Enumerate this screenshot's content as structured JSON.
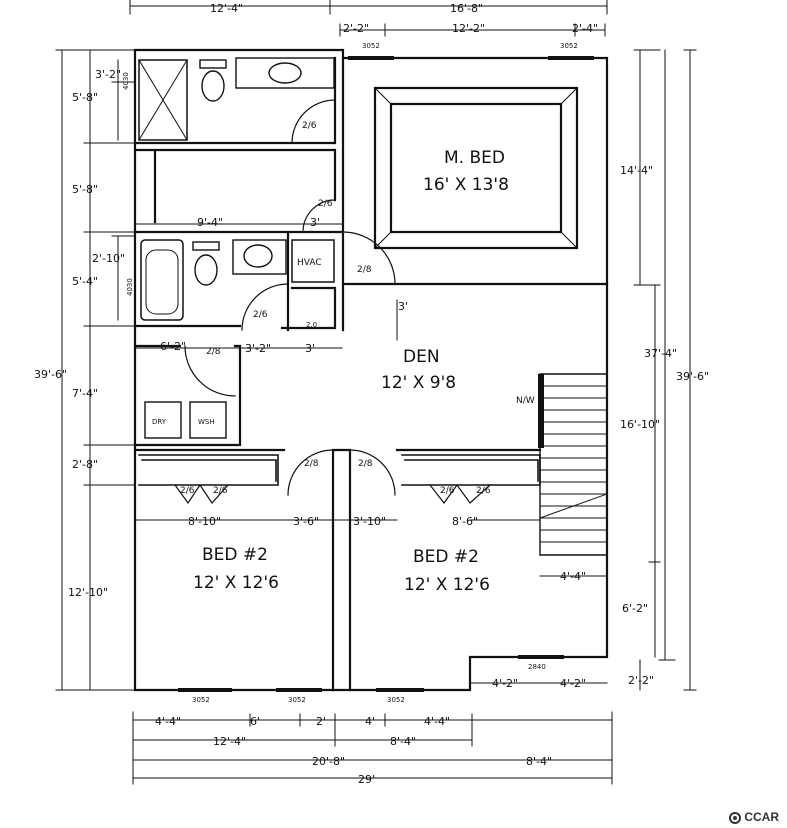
{
  "rooms": {
    "master_bed_name": "M. BED",
    "master_bed_size": "16' X 13'8",
    "den_name": "DEN",
    "den_size": "12' X 9'8",
    "bed2_left_name": "BED #2",
    "bed2_left_size": "12' X 12'6",
    "bed2_right_name": "BED #2",
    "bed2_right_size": "12' X 12'6",
    "hvac": "HVAC",
    "dryer": "DRY",
    "washer": "WSH",
    "stair_note": "N/W",
    "tub_code_top": "4030",
    "tub_code_bottom": "4030",
    "closet_code": "2.0"
  },
  "doors": {
    "master_bath": "2/6",
    "hall_closet": "2/6",
    "master_bed": "2/8",
    "bath2": "2/6",
    "laundry": "2/8",
    "bed2_left": "2/8",
    "bed2_right": "2/8",
    "closet_left_a": "2/6",
    "closet_left_b": "2/6",
    "closet_right_a": "2/6",
    "closet_right_b": "2/6"
  },
  "windows": {
    "top_left": "3052",
    "top_right": "3052",
    "bottom_1": "3052",
    "bottom_2": "3052",
    "bottom_3": "3052",
    "bottom_right": "2840"
  },
  "dims_top": {
    "left": "12'-4\"",
    "right": "16'-8\"",
    "sub_a": "2'-2\"",
    "sub_b": "12'-2\"",
    "sub_c": "2'-4\""
  },
  "dims_left": {
    "d1": "3'-2\"",
    "d2": "5'-8\"",
    "d3": "5'-8\"",
    "d4": "2'-10\"",
    "d5": "5'-4\"",
    "d6": "7'-4\"",
    "d7": "2'-8\"",
    "d8": "12'-10\"",
    "total": "39'-6\""
  },
  "dims_right": {
    "d1": "14'-4\"",
    "d2": "16'-10\"",
    "d3": "6'-2\"",
    "d4": "2'-2\"",
    "d5": "37'-4\"",
    "total": "39'-6\""
  },
  "dims_interior": {
    "bath2_width": "9'-4\"",
    "bath2_closet": "3'",
    "hall_3": "3'",
    "hall_a": "6'-2\"",
    "hall_b": "3'-2\"",
    "hall_c": "3'",
    "bed_l_a": "8'-10\"",
    "bed_l_b": "3'-6\"",
    "bed_r_a": "3'-10\"",
    "bed_r_b": "8'-6\"",
    "stair_w": "4'-4\"",
    "bump_a": "4'-2\"",
    "bump_b": "4'-2\""
  },
  "dims_bottom": {
    "r1_a": "4'-4\"",
    "r1_b": "6'",
    "r1_c": "2'",
    "r1_d": "4'",
    "r1_e": "4'-4\"",
    "r2_a": "12'-4\"",
    "r2_b": "8'-4\"",
    "r3_a": "20'-8\"",
    "r3_b": "8'-4\"",
    "r4": "29'"
  },
  "watermark": "CCAR"
}
